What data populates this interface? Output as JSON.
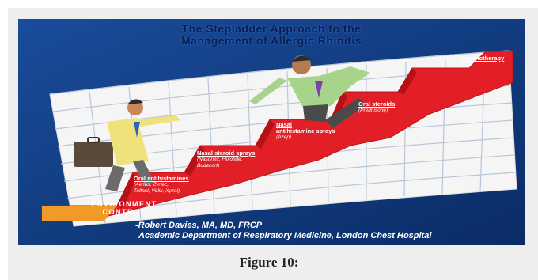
{
  "slide": {
    "title_line1": "The Stepladder Approach to the",
    "title_line2": "Management of Allergic Rhinitis",
    "base_step": "ENVIRONMENT CONTROL",
    "steps": [
      {
        "name": "Oral antihistamines",
        "examples": [
          "(Aerius, Zyrtec,",
          "Telfast, Virlix, Xyzal)"
        ]
      },
      {
        "name": "Nasal steroid sprays",
        "examples": [
          "(Nasonex, Flixotide,",
          "Budecort)"
        ]
      },
      {
        "name": "Nasal antihistamine sprays",
        "name_lines": [
          "Nasal",
          "antihistamine sprays"
        ],
        "examples": [
          "(Azep)"
        ]
      },
      {
        "name": "Oral steroids",
        "examples": [
          "(Prednisone)"
        ]
      },
      {
        "name": "Immunotherapy",
        "examples": []
      }
    ],
    "credit_line1": "-Robert Davies, MA, MD, FRCP",
    "credit_line2": "Academic Department of Respiratory Medicine, London Chest Hospital",
    "colors": {
      "background": "#0e3b82",
      "stairs": "#e8202a",
      "grid": "#f2f2f2",
      "base_step": "#f2a02a"
    }
  },
  "caption": "Figure 10:"
}
